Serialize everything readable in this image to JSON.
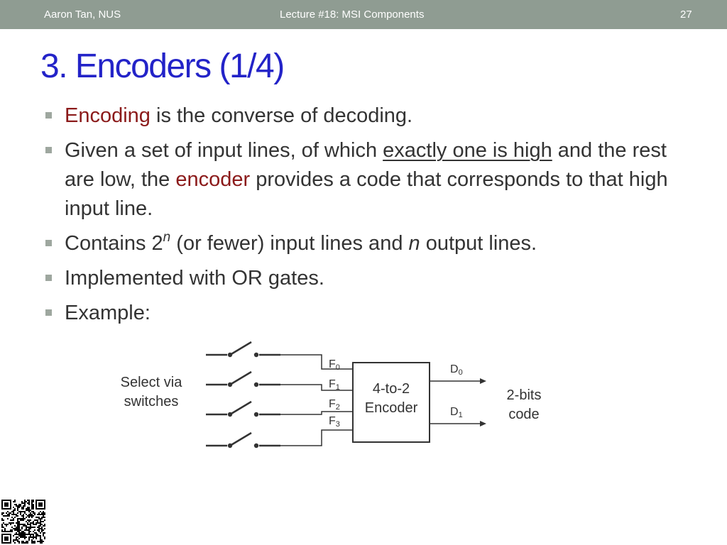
{
  "header": {
    "author": "Aaron Tan, NUS",
    "lecture": "Lecture #18: MSI Components",
    "page_number": "27"
  },
  "slide": {
    "title": "3. Encoders (1/4)",
    "bullets": [
      {
        "emph": "Encoding",
        "rest": " is the converse of decoding."
      },
      {
        "pre": "Given a set of input lines, of which ",
        "underlined": "exactly one is high",
        "mid": " and the rest are low, the ",
        "emph": "encoder",
        "post": " provides a code that corresponds to that high input line."
      },
      {
        "pre": "Contains 2",
        "sup": "n",
        "mid": " (or fewer) input lines and ",
        "var": "n",
        "post": " output lines."
      },
      {
        "text": "Implemented with OR gates."
      },
      {
        "text": "Example:"
      }
    ]
  },
  "diagram": {
    "left_label_line1": "Select via",
    "left_label_line2": "switches",
    "box_line1": "4-to-2",
    "box_line2": "Encoder",
    "right_label_line1": "2-bits",
    "right_label_line2": "code",
    "inputs": [
      {
        "base": "F",
        "sub": "0"
      },
      {
        "base": "F",
        "sub": "1"
      },
      {
        "base": "F",
        "sub": "2"
      },
      {
        "base": "F",
        "sub": "3"
      }
    ],
    "outputs": [
      {
        "base": "D",
        "sub": "0"
      },
      {
        "base": "D",
        "sub": "1"
      }
    ]
  },
  "colors": {
    "header_bg": "#8f9c92",
    "title": "#2323c8",
    "emphasis": "#8b1a1a",
    "bullet_marker": "#9ea79f"
  },
  "icons": [
    "qr-code-icon"
  ]
}
